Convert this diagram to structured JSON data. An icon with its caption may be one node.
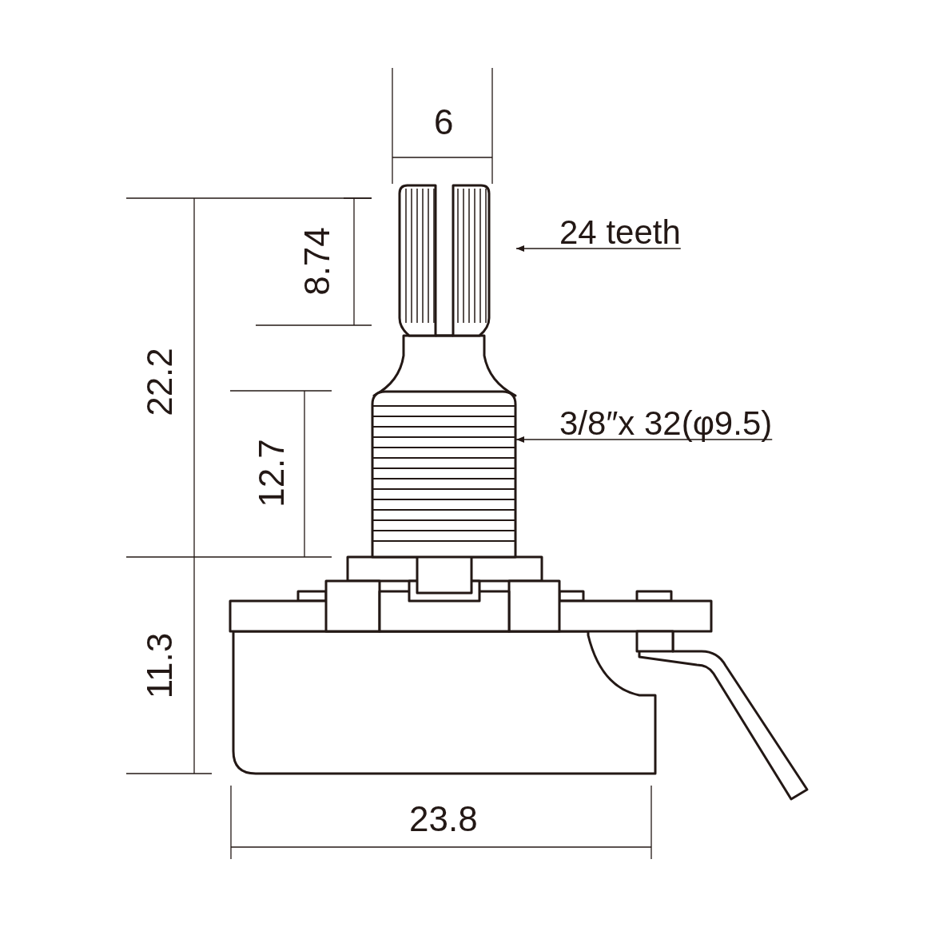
{
  "diagram": {
    "nodes": [
      {
        "text": [
          "24 teeth"
        ]
      },
      {
        "text": [
          "3/8″x 32(φ9.5)"
        ]
      },
      {
        "text": [],
        "shape": "picture"
      },
      {
        "text": [],
        "shape": "picture"
      }
    ],
    "edges": [
      {
        "from": 0,
        "to": 2,
        "arrow": "to"
      },
      {
        "from": 1,
        "to": 3,
        "arrow": "to"
      }
    ],
    "labels": [
      "6",
      "8.74",
      "22.2",
      "12.7",
      "11.3",
      "23.8"
    ]
  }
}
